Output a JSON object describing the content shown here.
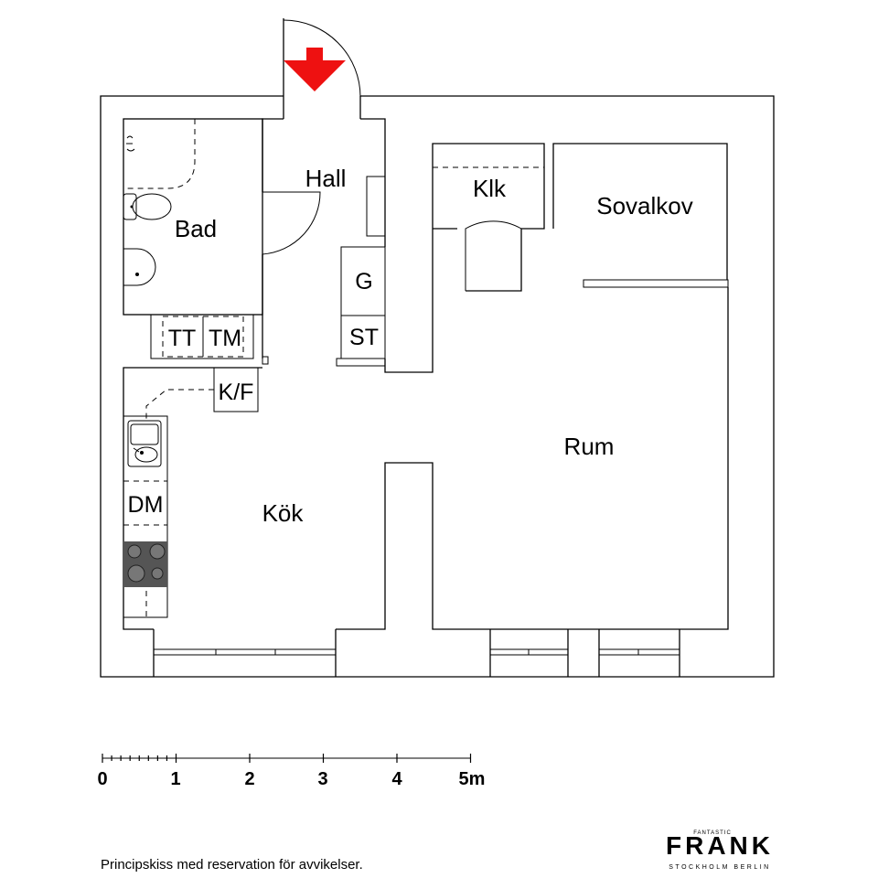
{
  "rooms": {
    "hall": "Hall",
    "bad": "Bad",
    "klk": "Klk",
    "sovalkov": "Sovalkov",
    "rum": "Rum",
    "kok": "Kök"
  },
  "fixtures": {
    "g": "G",
    "st": "ST",
    "tt": "TT",
    "tm": "TM",
    "kf": "K/F",
    "dm": "DM"
  },
  "scale": {
    "ticks": [
      "0",
      "1",
      "2",
      "3",
      "4",
      "5m"
    ]
  },
  "footer": {
    "disclaimer": "Principskiss med reservation för avvikelser."
  },
  "brand": {
    "top": "FANTASTIC",
    "name": "FRANK",
    "cities": "STOCKHOLM   BERLIN"
  },
  "colors": {
    "entrance_arrow": "#ee1111",
    "stove": "#555555"
  }
}
